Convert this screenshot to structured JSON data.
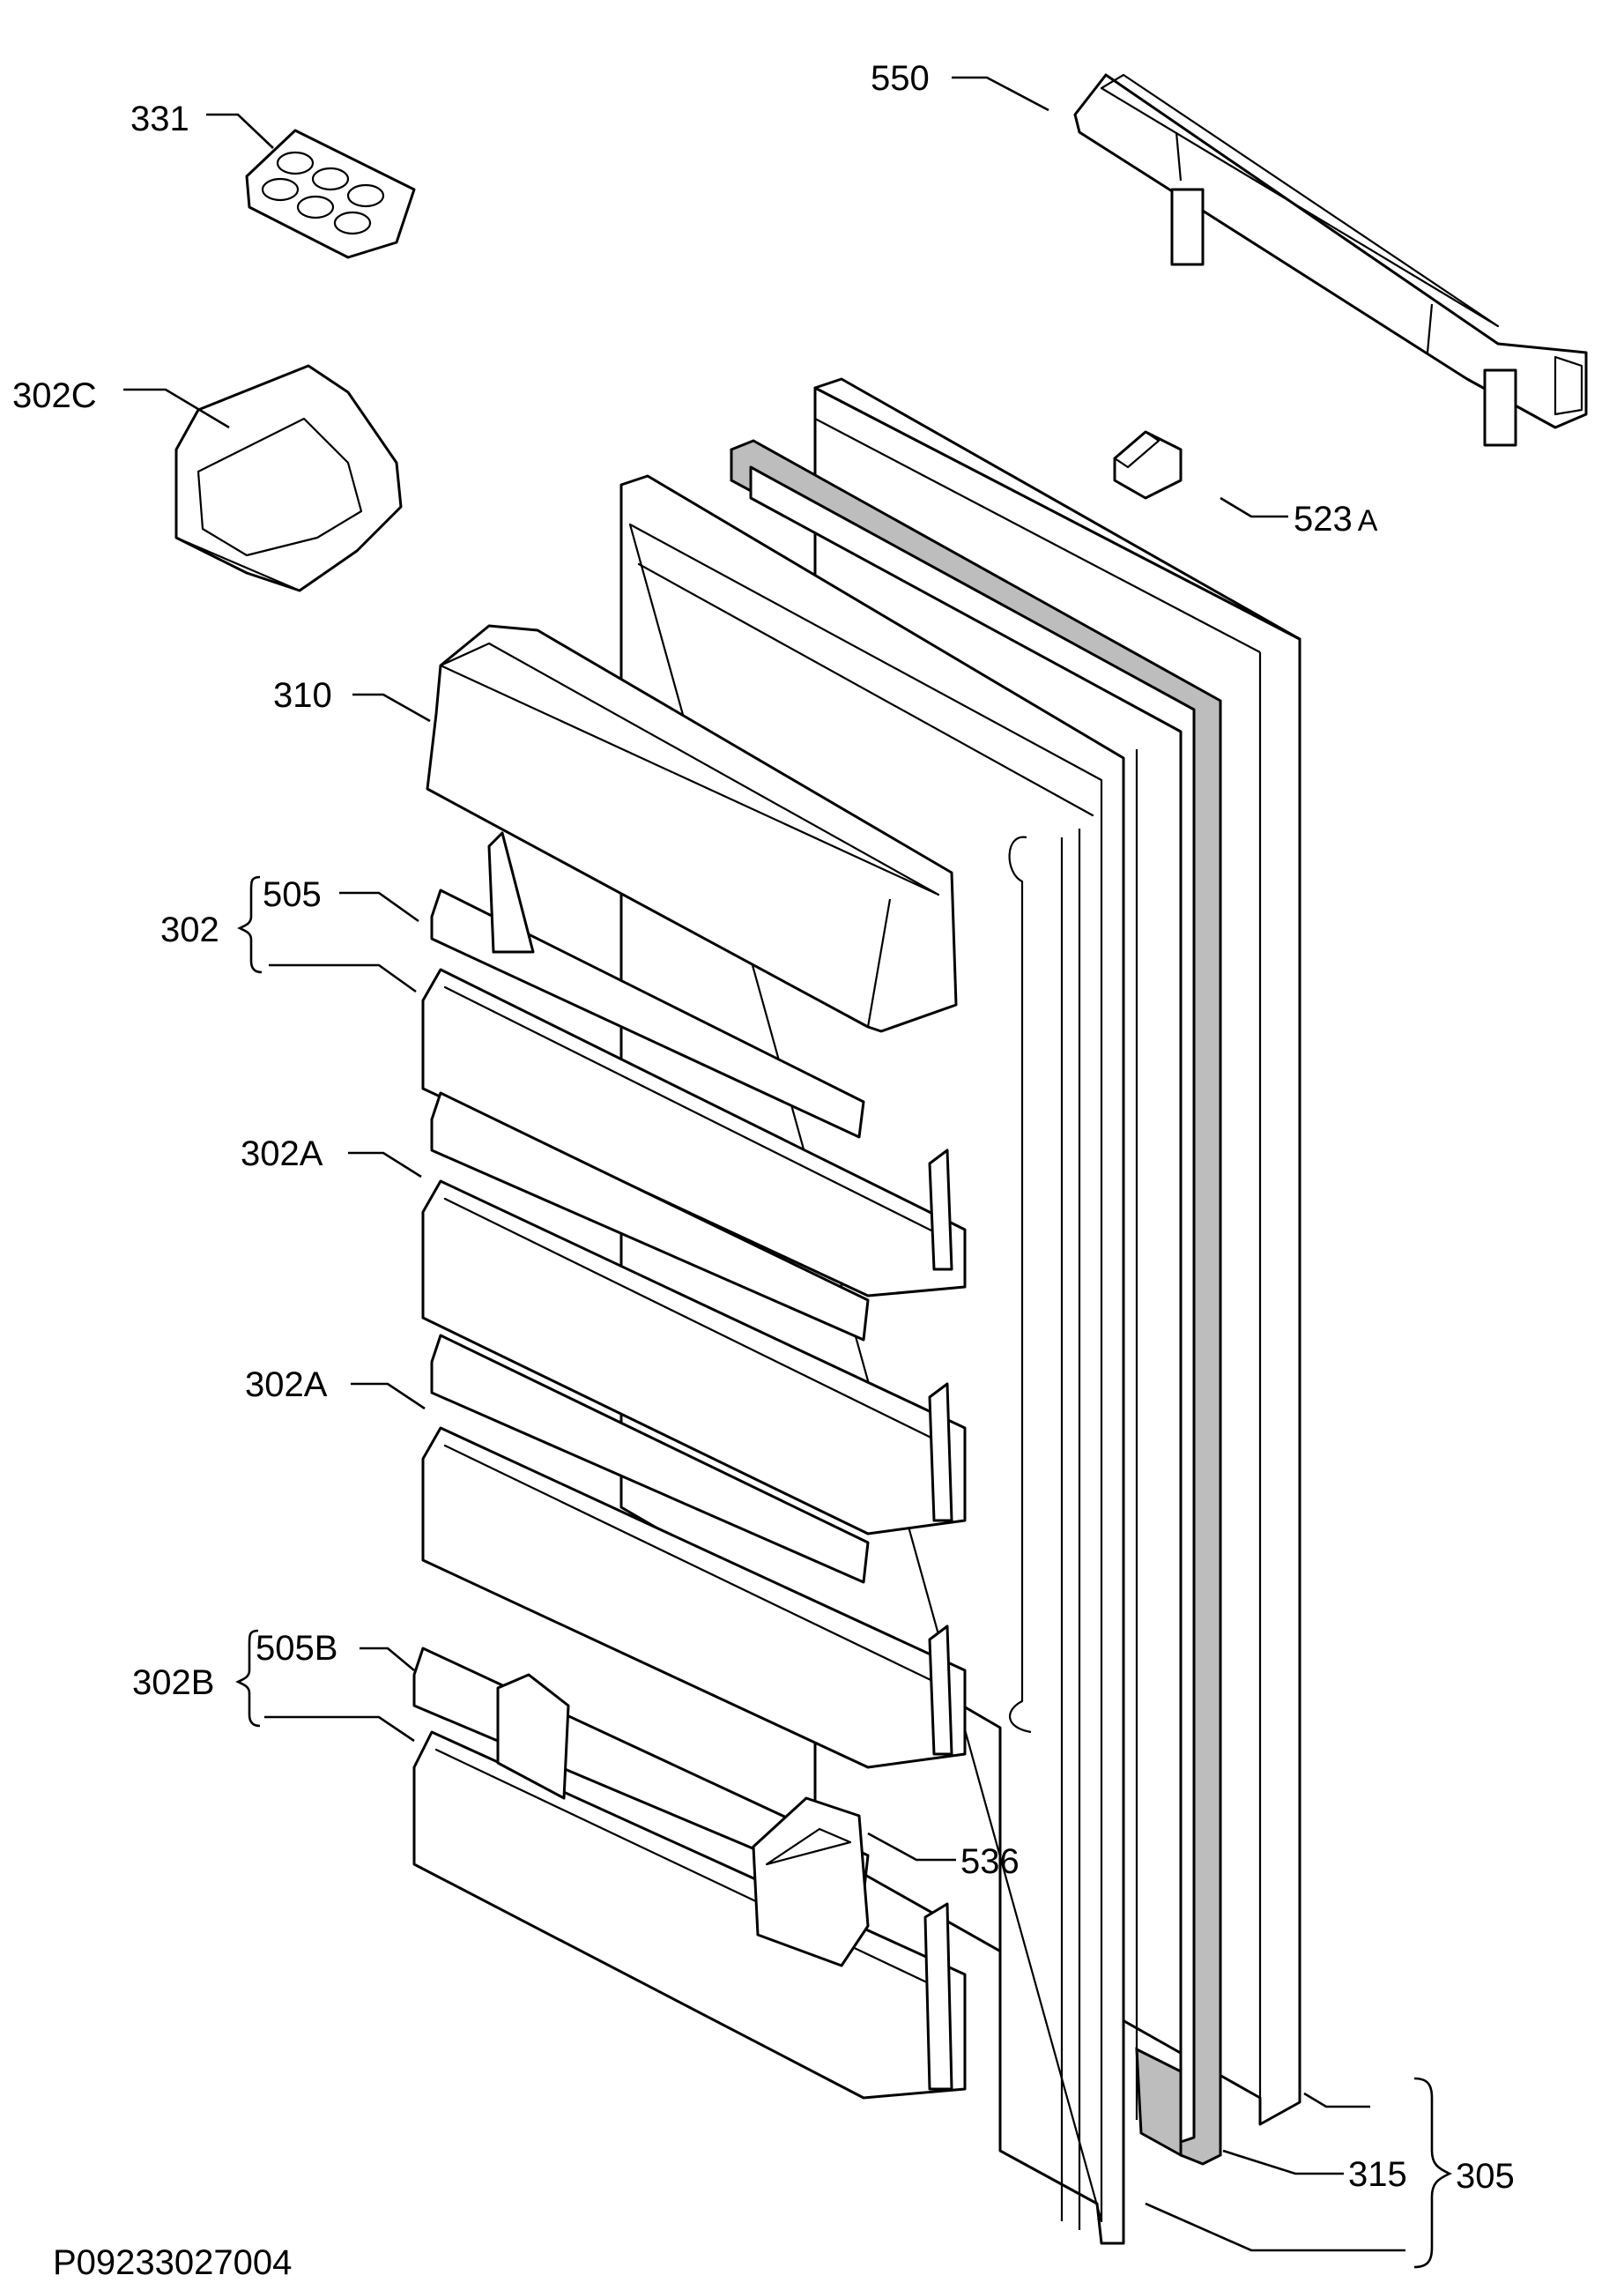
{
  "labels": {
    "l331": "331",
    "l550": "550",
    "l302c": "302C",
    "l523": "523",
    "l523suffix": "A",
    "l310": "310",
    "l302": "302",
    "l505": "505",
    "l302a_1": "302A",
    "l302a_2": "302A",
    "l302b": "302B",
    "l505b": "505B",
    "l536": "536",
    "l315": "315",
    "l305": "305"
  },
  "drawing_code": "P09233027004"
}
